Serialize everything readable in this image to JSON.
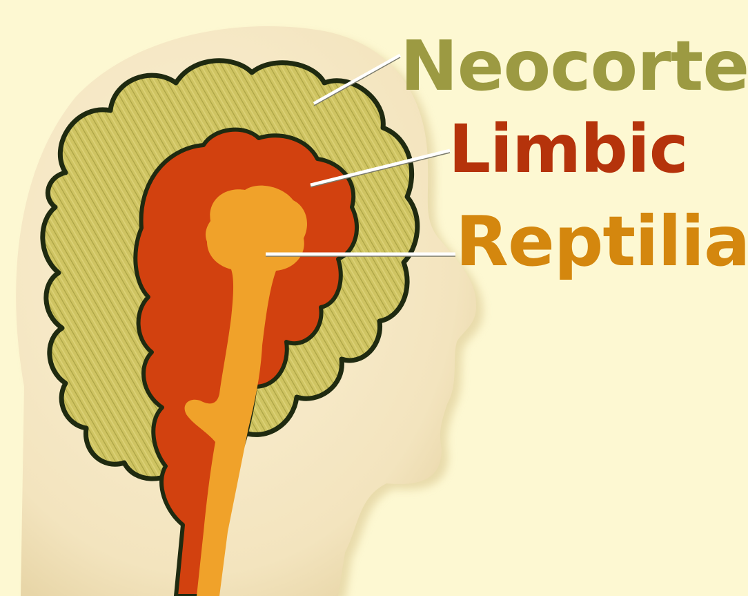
{
  "labels": {
    "neocortex": "Neocortex",
    "limbic": "Limbic",
    "reptilian": "Reptilian"
  },
  "colors": {
    "background": "#fdf8d2",
    "head_skin": "#f6e8c6",
    "neocortex": "#c9bf5a",
    "neocortex_text": "#9c9a42",
    "limbic": "#d2410f",
    "limbic_text": "#b5330b",
    "reptilian": "#f0a22a",
    "reptilian_text": "#d4870e",
    "outline": "#1f2a10"
  }
}
